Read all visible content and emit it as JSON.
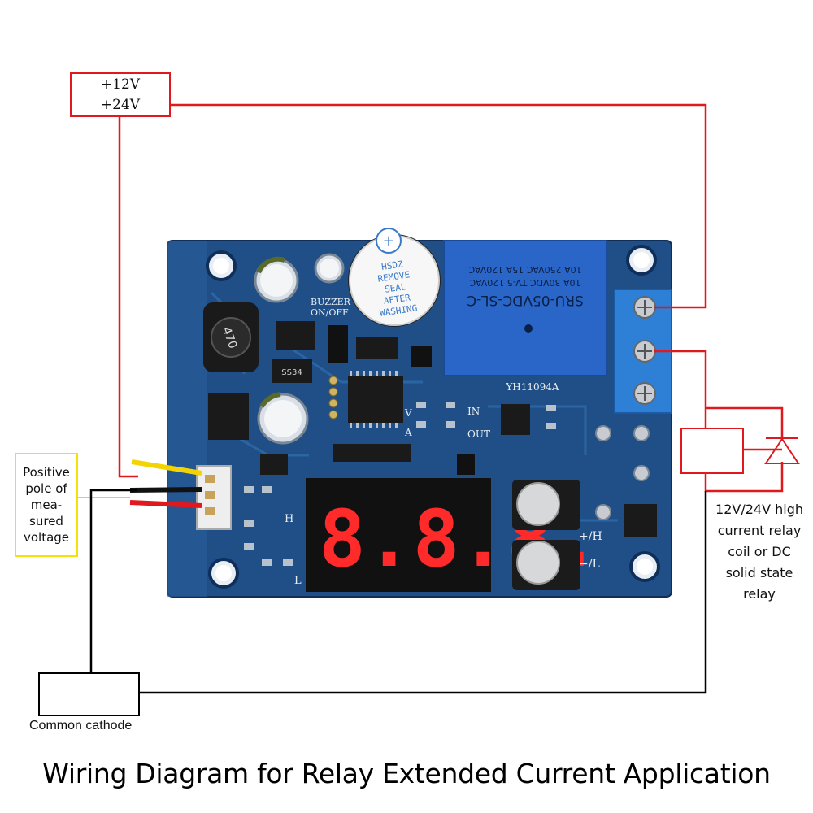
{
  "title": "Wiring Diagram for Relay Extended Current Application",
  "supply": {
    "line1": "+12V",
    "line2": "+24V"
  },
  "measured_voltage": {
    "lines": [
      "Positive",
      "pole of",
      "mea-",
      "sured",
      "voltage"
    ]
  },
  "relay_note": {
    "lines": [
      "12V/24V high",
      "current relay",
      "coil or DC",
      "solid state",
      "relay"
    ]
  },
  "common_cathode": "Common cathode",
  "board": {
    "buzzer_label": "BUZZER",
    "buzzer_switch": "ON/OFF",
    "buzzer_seal": [
      "HSDZ",
      "REMOVE",
      "SEAL",
      "AFTER",
      "WASHING"
    ],
    "relay_model": "SRU-05VDC-SL-C",
    "relay_rating1": "10A 30VDC TV-5 120VAC",
    "relay_rating2": "10A 250VAC 15A 120VAC",
    "board_code": "YH11094A",
    "inductor_code": "470",
    "diode_code": "SS34",
    "display": "8.8.8.",
    "pin_v": "V",
    "pin_a": "A",
    "pin_in": "IN",
    "pin_out": "OUT",
    "button_up": "+/H",
    "button_down": "−/L",
    "led_h": "H",
    "led_l": "L"
  },
  "colors": {
    "supply_wire": "#e0191f",
    "ground_wire": "#000000",
    "measure_box": "#f2e300",
    "board": "#1f4f86",
    "terminal": "#2e7fd6",
    "display_digits": "#ff2a2a"
  }
}
